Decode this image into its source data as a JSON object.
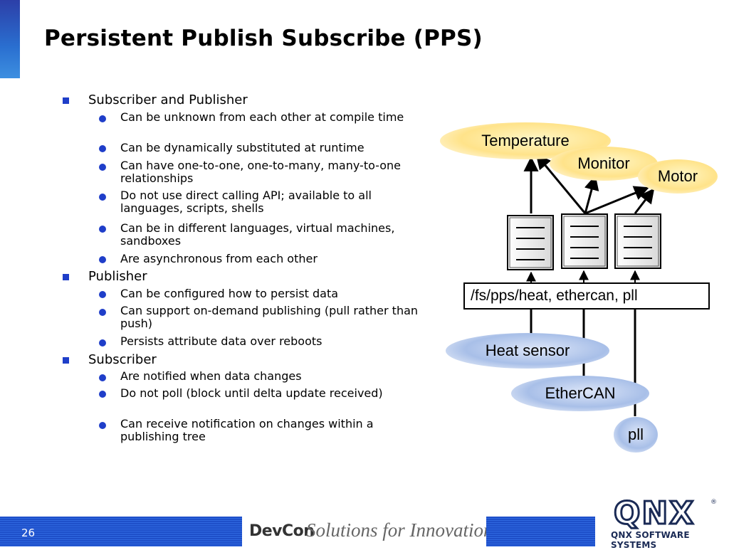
{
  "slide": {
    "title": "Persistent Publish Subscribe (PPS)",
    "number": "26"
  },
  "bullets": [
    {
      "level": 1,
      "text": "Subscriber and Publisher"
    },
    {
      "level": 2,
      "text": "Can be unknown from each other at compile time"
    },
    {
      "level": 2,
      "text": "Can be dynamically substituted at runtime"
    },
    {
      "level": 2,
      "text": "Can have one-to-one, one-to-many, many-to-one relationships"
    },
    {
      "level": 2,
      "text": "Do not use direct calling API; available to all languages, scripts, shells"
    },
    {
      "level": 2,
      "text": "Can be in different languages, virtual machines, sandboxes"
    },
    {
      "level": 2,
      "text": "Are asynchronous from each other"
    },
    {
      "level": 1,
      "text": "Publisher"
    },
    {
      "level": 2,
      "text": "Can be configured how to persist data"
    },
    {
      "level": 2,
      "text": "Can support on-demand publishing (pull rather than push)"
    },
    {
      "level": 2,
      "text": "Persists attribute data over reboots"
    },
    {
      "level": 1,
      "text": "Subscriber"
    },
    {
      "level": 2,
      "text": "Are notified when data changes"
    },
    {
      "level": 2,
      "text": "Do not poll (block until delta update received)"
    },
    {
      "level": 2,
      "text": "Can receive notification on changes within a publishing tree"
    }
  ],
  "diagram": {
    "subscribers": [
      "Temperature",
      "Monitor",
      "Motor"
    ],
    "pps_path": "/fs/pps/heat, ethercan, pll",
    "publishers": [
      "Heat sensor",
      "EtherCAN",
      "pll"
    ]
  },
  "footer": {
    "devcon_brand": "DevCon",
    "devcon_tagline": "Solutions for Innovation",
    "qnx_logo_text": "QNX",
    "qnx_company": "QNX SOFTWARE SYSTEMS"
  },
  "colors": {
    "bullet_blue": "#1f3ec9",
    "footer_blue": "#1e4fc9",
    "subscriber_fill": "#ffe38a",
    "publisher_fill": "#a8bfe8"
  }
}
